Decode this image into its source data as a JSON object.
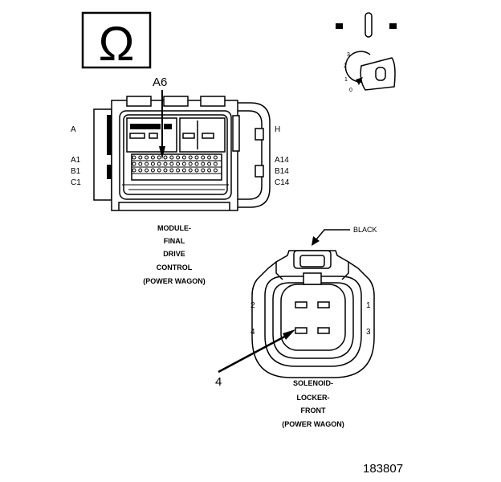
{
  "diagram": {
    "ohm_symbol": "Ω",
    "key_positions": [
      "0",
      "1",
      "2",
      "3"
    ],
    "module_connector": {
      "callout": "A6",
      "left_labels": [
        "A",
        "A1",
        "B1",
        "C1"
      ],
      "right_labels": [
        "H",
        "A14",
        "B14",
        "C14"
      ],
      "caption": [
        "MODULE-",
        "FINAL",
        "DRIVE",
        "CONTROL",
        "(POWER WAGON)"
      ]
    },
    "solenoid_connector": {
      "color_label": "BLACK",
      "callout": "4",
      "pins_left": [
        "2",
        "4"
      ],
      "pins_right": [
        "1",
        "3"
      ],
      "caption": [
        "SOLENOID-",
        "LOCKER-",
        "FRONT",
        "(POWER WAGON)"
      ]
    },
    "figure_number": "183807"
  }
}
